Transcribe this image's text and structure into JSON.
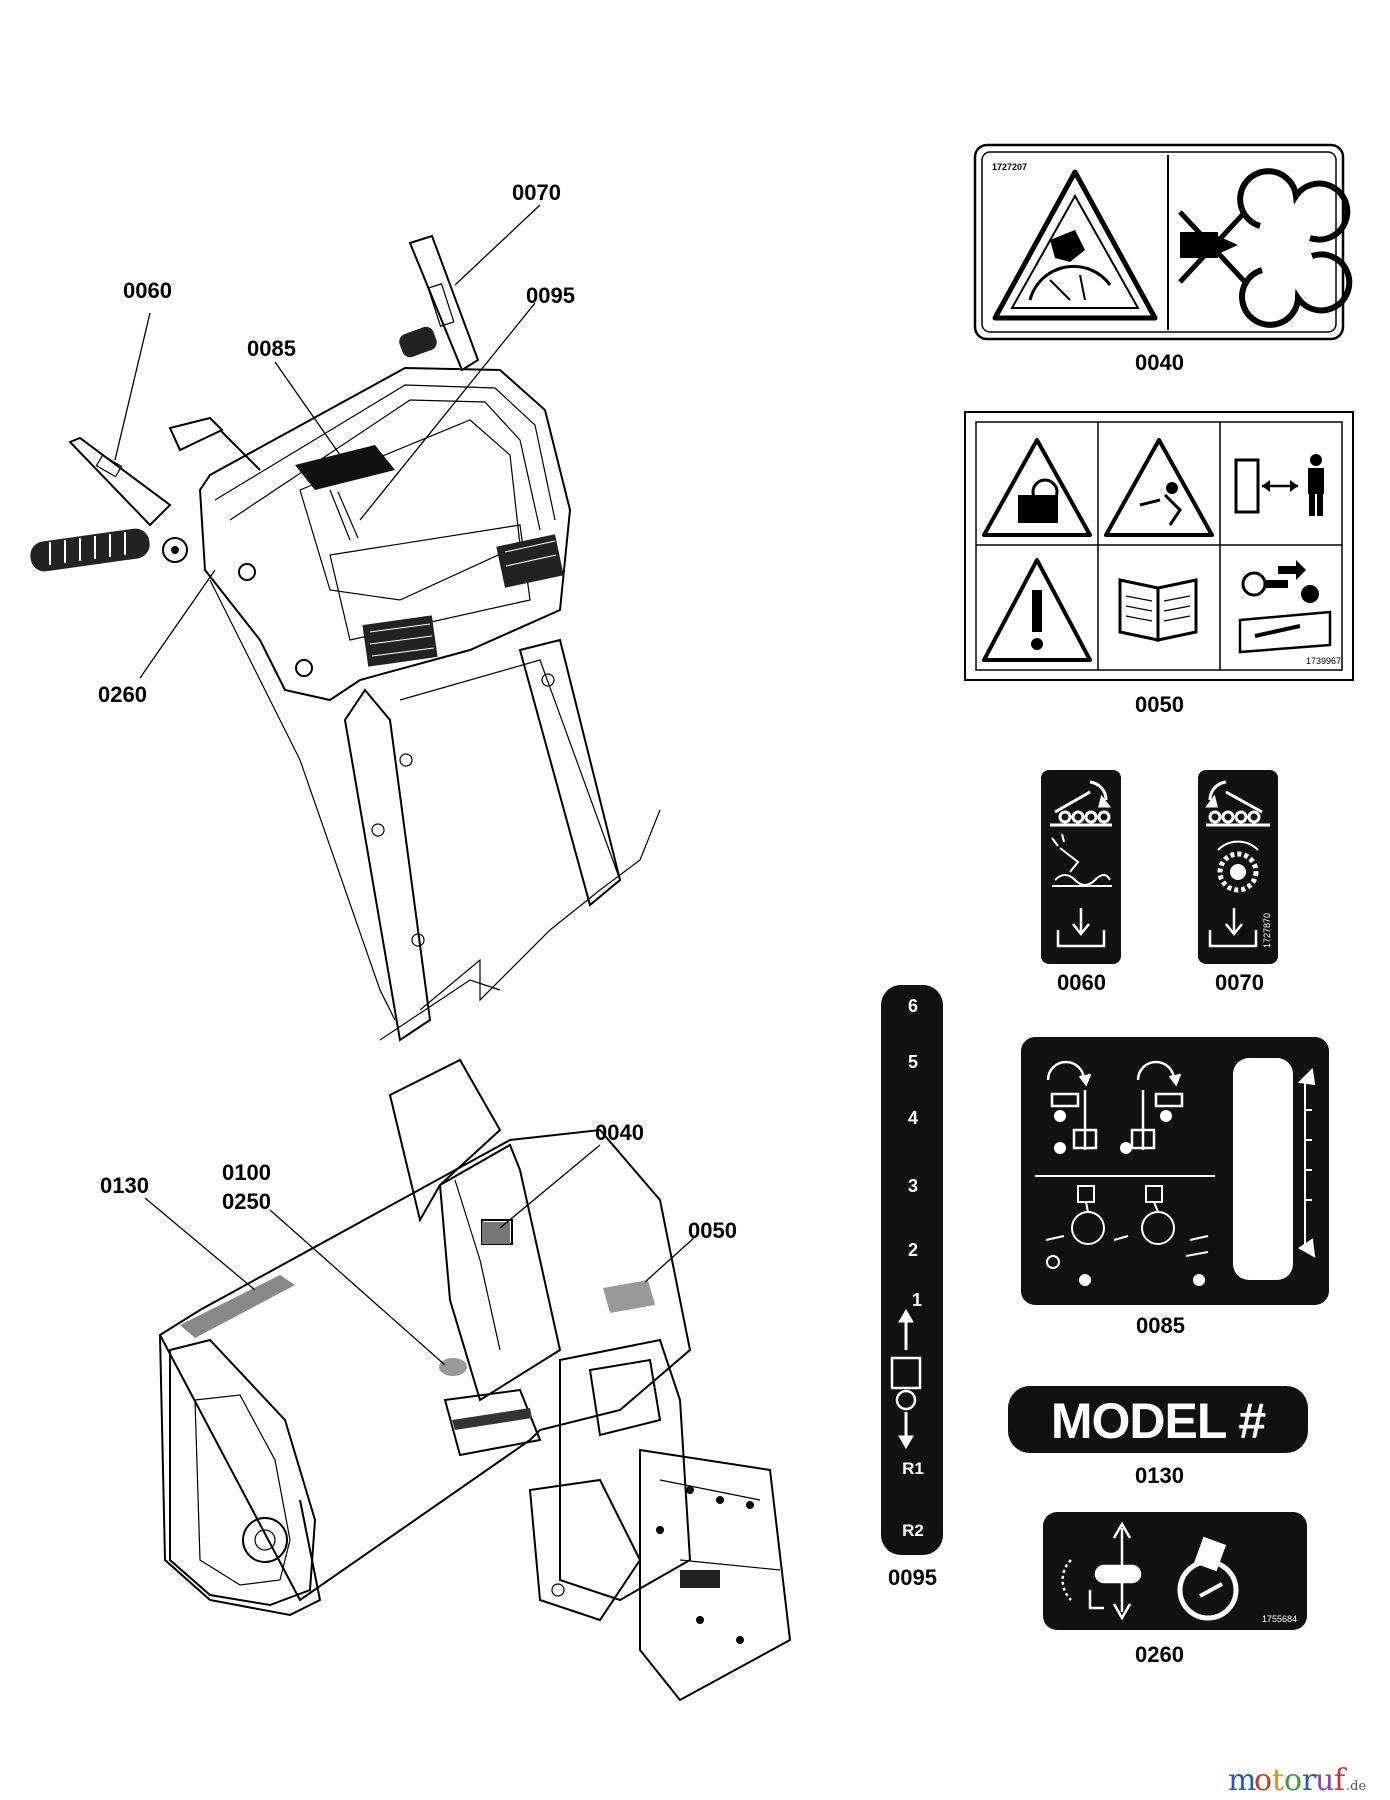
{
  "callouts": {
    "c0070": "0070",
    "c0060": "0060",
    "c0095": "0095",
    "c0085": "0085",
    "c0260": "0260",
    "c0040": "0040",
    "c0130": "0130",
    "c0100": "0100",
    "c0250": "0250",
    "c0050": "0050"
  },
  "decal_captions": {
    "d0040": "0040",
    "d0050": "0050",
    "d0060": "0060",
    "d0070": "0070",
    "d0085": "0085",
    "d0095": "0095",
    "d0130": "0130",
    "d0260": "0260"
  },
  "decal_numbers": {
    "n0040": "1727207",
    "n0050": "1739967",
    "n0070": "1727870",
    "n0260": "1755684"
  },
  "model_decal": {
    "text": "MODEL #"
  },
  "speed_decal": {
    "gears": [
      "6",
      "5",
      "4",
      "3",
      "2",
      "1"
    ],
    "reverse": [
      "R1",
      "R2"
    ]
  },
  "watermark": {
    "letters": [
      "m",
      "o",
      "t",
      "o",
      "r",
      "u",
      "f"
    ],
    "suffix": ".de"
  },
  "colors": {
    "ink": "#000000",
    "paper": "#ffffff"
  }
}
